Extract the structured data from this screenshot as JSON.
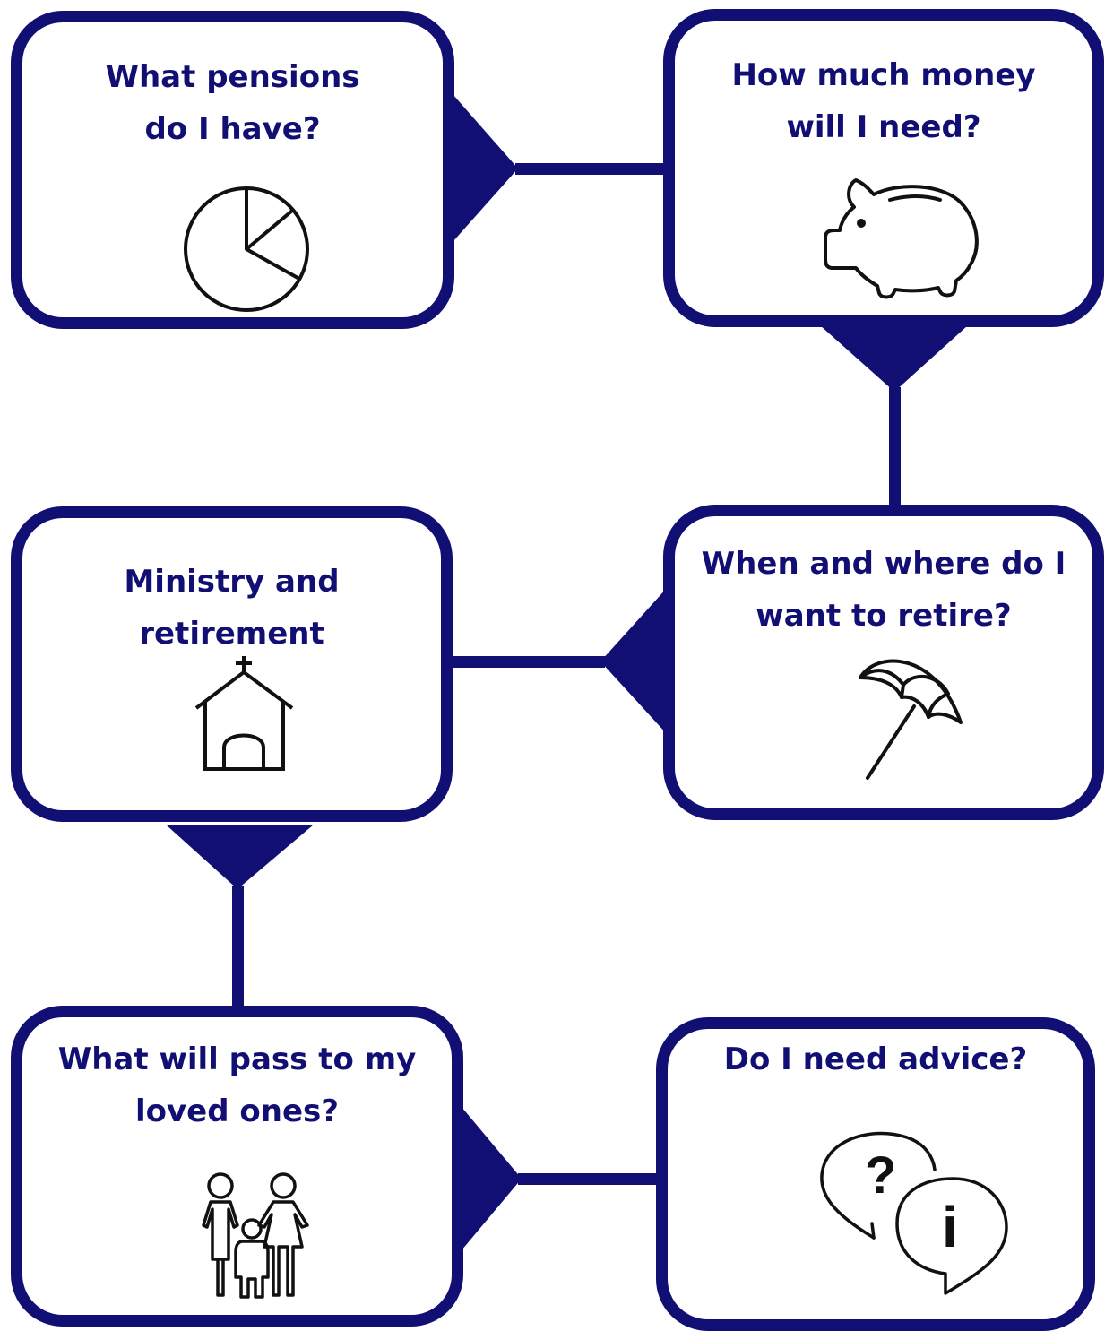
{
  "colors": {
    "accent": "#110f73",
    "icon_stroke": "#111111",
    "background": "#ffffff"
  },
  "cards": [
    {
      "id": "pensions",
      "title_lines": [
        "What pensions",
        "do I have?"
      ],
      "icon": "pie-chart-icon"
    },
    {
      "id": "money",
      "title_lines": [
        "How much money",
        "will I need?"
      ],
      "icon": "piggy-bank-icon"
    },
    {
      "id": "retire",
      "title_lines": [
        "When and where do I",
        "want to retire?"
      ],
      "icon": "beach-umbrella-icon"
    },
    {
      "id": "ministry",
      "title_lines": [
        "Ministry and",
        "retirement"
      ],
      "icon": "church-icon"
    },
    {
      "id": "legacy",
      "title_lines": [
        "What will pass to my",
        "loved ones?"
      ],
      "icon": "family-icon"
    },
    {
      "id": "advice",
      "title_lines": [
        "Do I need advice?"
      ],
      "icon": "question-info-speech-bubbles-icon"
    }
  ]
}
